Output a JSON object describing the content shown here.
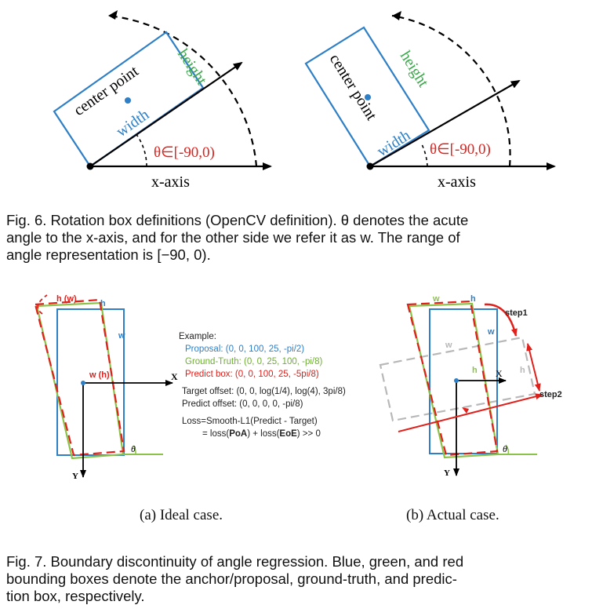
{
  "fig6": {
    "left": {
      "center_label": "center point",
      "width_label": "width",
      "height_label": "height",
      "angle_label": "θ∈[-90,0)",
      "axis_label": "x-axis"
    },
    "right": {
      "center_label": "center point",
      "width_label": "width",
      "height_label": "height",
      "angle_label": "θ∈[-90,0)",
      "axis_label": "x-axis"
    },
    "caption_lines": [
      "Fig. 6. Rotation box definitions (OpenCV definition). θ denotes the acute",
      "angle to the x-axis, and for the other side we refer it as w. The range of",
      "angle representation is [−90, 0)."
    ]
  },
  "fig7": {
    "a": {
      "top_labels": [
        "h (w)",
        "h"
      ],
      "w_label": "w",
      "w_h_label": "w (h)",
      "x_label": "X",
      "y_label": "Y",
      "theta": "θ",
      "example_title": "Example:",
      "proposal": "Proposal: (0, 0, 100, 25, -pi/2)",
      "ground_truth": "Ground-Truth: (0, 0, 25, 100, -pi/8)",
      "predict_box": "Predict box: (0, 0, 100, 25, -5pi/8)",
      "target_offset": "Target offset: (0, 0, log(1/4), log(4), 3pi/8)",
      "predict_offset": "Predict offset: (0, 0, 0, 0, -pi/8)",
      "loss_line1": "Loss=Smooth-L1(Predict - Target)",
      "loss_line2_prefix": "= loss(",
      "poa": "PoA",
      "loss_line2_mid": ") + loss(",
      "eoe": "EoE",
      "loss_line2_suffix": ") >> 0",
      "subcaption": "(a) Ideal case."
    },
    "b": {
      "top_labels": [
        "w",
        "h"
      ],
      "w_label": "w",
      "w_gray": "w",
      "h_gray": "h",
      "h_green": "h",
      "x_label": "X",
      "y_label": "Y",
      "theta": "θ",
      "step1": "step1",
      "step2": "step2",
      "subcaption": "(b) Actual case."
    },
    "caption_lines": [
      "Fig. 7. Boundary discontinuity of angle regression. Blue, green, and red",
      "bounding boxes denote the anchor/proposal, ground-truth, and predic-",
      "tion box, respectively."
    ]
  },
  "colors": {
    "blue": "#2f7fc6",
    "green": "#8bc34a",
    "red": "#e0201b",
    "gray": "#b8b8b8",
    "black": "#000000"
  }
}
